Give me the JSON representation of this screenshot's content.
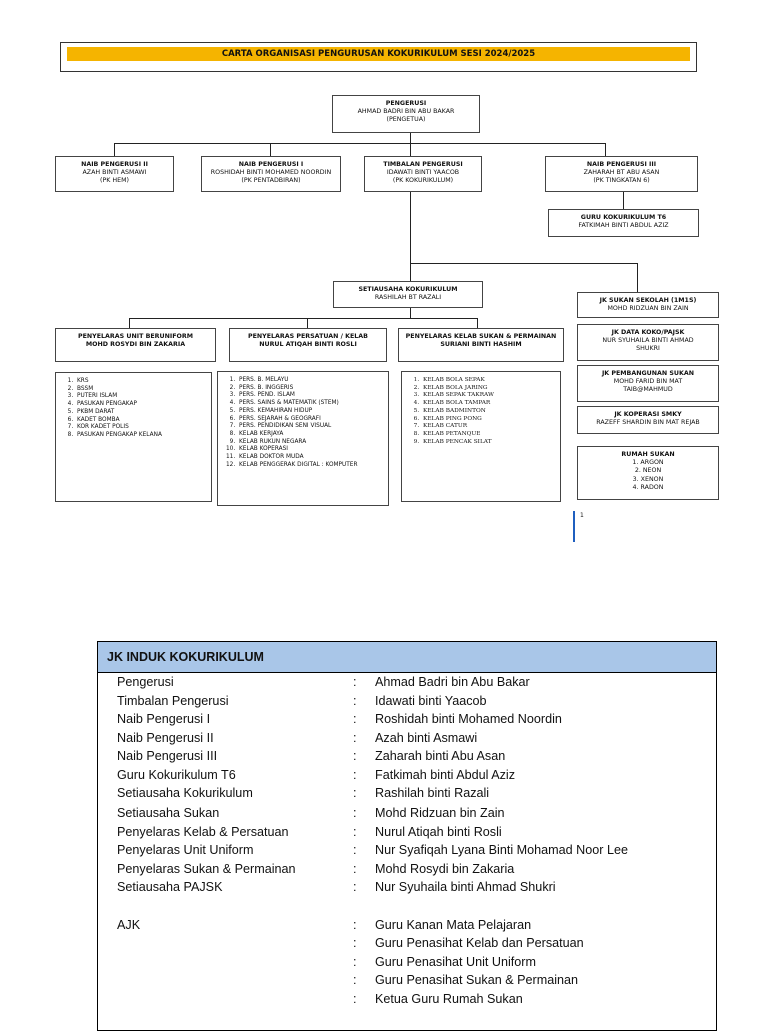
{
  "chart_title": "CARTA ORGANISASI PENGURUSAN KOKURIKULUM SESI 2024/2025",
  "org": {
    "pengerusi": {
      "title": "PENGERUSI",
      "name": "AHMAD BADRI BIN ABU BAKAR",
      "role": "(PENGETUA)"
    },
    "naib2": {
      "title": "NAIB PENGERUSI II",
      "name": "AZAH BINTI ASMAWI",
      "role": "(PK HEM)"
    },
    "naib1": {
      "title": "NAIB PENGERUSI I",
      "name": "ROSHIDAH BINTI MOHAMED NOORDIN",
      "role": "(PK PENTADBIRAN)"
    },
    "timbalan": {
      "title": "TIMBALAN PENGERUSI",
      "name": "IDAWATI BINTI YAACOB",
      "role": "(PK KOKURIKULUM)"
    },
    "naib3": {
      "title": "NAIB PENGERUSI III",
      "name": "ZAHARAH BT ABU ASAN",
      "role": "(PK TINGKATAN 6)"
    },
    "guru_t6": {
      "title": "GURU KOKURIKULUM T6",
      "name": "FATKIMAH BINTI ABDUL AZIZ"
    },
    "setiausaha": {
      "title": "SETIAUSAHA KOKURIKULUM",
      "name": "RASHILAH BT RAZALI"
    },
    "jk_sukan": {
      "title": "JK SUKAN SEKOLAH (1M1S)",
      "name": "MOHD RIDZUAN BIN ZAIN"
    },
    "jk_data": {
      "title": "JK DATA KOKO/PAJSK",
      "name1": "NUR SYUHAILA BINTI AHMAD",
      "name2": "SHUKRI"
    },
    "jk_pembangunan": {
      "title": "JK PEMBANGUNAN SUKAN",
      "name1": "MOHD FARID BIN MAT",
      "name2": "TAIB@MAHMUD"
    },
    "jk_koperasi": {
      "title": "JK KOPERASI SMKY",
      "name": "RAZEFF SHARDIN BIN MAT REJAB"
    },
    "rumah_sukan": {
      "title": "RUMAH SUKAN",
      "items": [
        "1. ARGON",
        "2. NEON",
        "3. XENON",
        "4. RADON"
      ]
    },
    "uniform": {
      "title": "PENYELARAS UNIT BERUNIFORM",
      "name": "MOHD ROSYDI BIN ZAKARIA",
      "items": [
        "KRS",
        "BSSM",
        "PUTERI ISLAM",
        "PASUKAN PENGAKAP",
        "PKBM DARAT",
        "KADET BOMBA",
        "KOR KADET POLIS",
        "PASUKAN PENGAKAP KELANA"
      ]
    },
    "persatuan": {
      "title": "PENYELARAS PERSATUAN / KELAB",
      "name": "NURUL ATIQAH BINTI ROSLI",
      "items": [
        "PERS. B. MELAYU",
        "PERS. B. INGGERIS",
        "PERS. PEND. ISLAM",
        "PERS. SAINS & MATEMATIK (STEM)",
        "PERS. KEMAHIRAN HIDUP",
        "PERS. SEJARAH & GEOGRAFI",
        "PERS. PENDIDIKAN SENI VISUAL",
        "KELAB KERJAYA",
        "KELAB RUKUN NEGARA",
        "KELAB KOPERASI",
        "KELAB DOKTOR MUDA",
        "KELAB PENGGERAK DIGITAL : KOMPUTER"
      ]
    },
    "sukan": {
      "title": "PENYELARAS KELAB SUKAN & PERMAINAN",
      "name": "SURIANI BINTI HASHIM",
      "items": [
        "KELAB BOLA SEPAK",
        "KELAB BOLA JARING",
        "KELAB SEPAK TAKRAW",
        "KELAB BOLA TAMPAR",
        "KELAB BADMINTON",
        "KELAB PING PONG",
        "KELAB CATUR",
        "KELAB PETANQUE",
        "KELAB PENCAK SILAT"
      ]
    }
  },
  "page_number": "1",
  "table": {
    "header": "JK INDUK KOKURIKULUM",
    "rows": [
      {
        "role": "Pengerusi",
        "colon": ":",
        "name": "Ahmad Badri bin Abu Bakar"
      },
      {
        "role": "Timbalan Pengerusi",
        "colon": ":",
        "name": "Idawati binti Yaacob"
      },
      {
        "role": "Naib Pengerusi I",
        "colon": ":",
        "name": "Roshidah binti Mohamed Noordin"
      },
      {
        "role": "Naib Pengerusi II",
        "colon": ":",
        "name": "Azah binti Asmawi"
      },
      {
        "role": "Naib Pengerusi III",
        "colon": ":",
        "name": "Zaharah binti Abu Asan"
      },
      {
        "role": "Guru Kokurikulum T6",
        "colon": ":",
        "name": "Fatkimah binti Abdul Aziz"
      },
      {
        "role": "Setiausaha Kokurikulum",
        "colon": ":",
        "name": "Rashilah binti Razali"
      },
      {
        "role": "Setiausaha Sukan",
        "colon": ":",
        "name": "Mohd Ridzuan bin Zain"
      },
      {
        "role": "Penyelaras Kelab & Persatuan",
        "colon": ":",
        "name": "Nurul Atiqah binti Rosli"
      },
      {
        "role": "Penyelaras Unit Uniform",
        "colon": ":",
        "name": "Nur Syafiqah Lyana Binti Mohamad Noor Lee"
      },
      {
        "role": "Penyelaras Sukan & Permainan",
        "colon": ":",
        "name": "Mohd Rosydi bin Zakaria"
      },
      {
        "role": "Setiausaha PAJSK",
        "colon": ":",
        "name": "Nur Syuhaila binti Ahmad Shukri"
      }
    ],
    "ajk_label": "AJK",
    "ajk_colon": ":",
    "ajk_items": [
      "Guru Kanan Mata Pelajaran",
      "Guru Penasihat Kelab dan Persatuan",
      "Guru Penasihat Unit Uniform",
      "Guru Penasihat Sukan & Permainan",
      "Ketua Guru Rumah Sukan"
    ]
  },
  "colors": {
    "title_band": "#f5b400",
    "table_header": "#a9c6e8",
    "page_marker": "#1f5fbf"
  }
}
